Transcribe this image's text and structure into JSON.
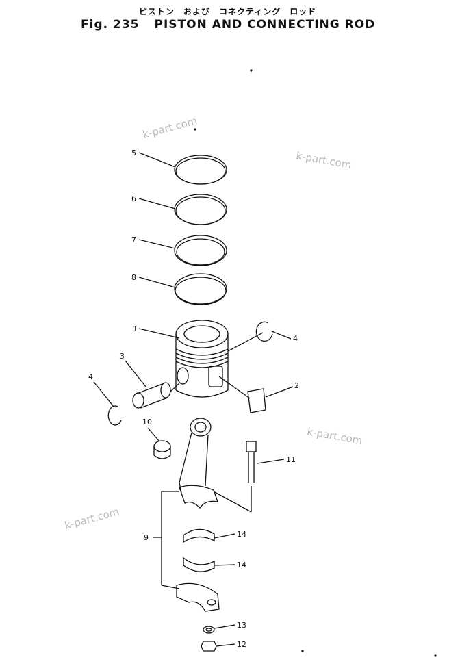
{
  "header": {
    "japanese_title": "ピストン　および　コネクティング　ロッド",
    "fig_label": "Fig. 235",
    "title": "PISTON AND CONNECTING ROD"
  },
  "watermarks": [
    "k-part.com",
    "k-part.com",
    "k-part.com",
    "k-part.com"
  ],
  "callouts": {
    "ring5": "5",
    "ring6": "6",
    "ring7": "7",
    "ring8": "8",
    "piston": "1",
    "snap_ring_right": "4",
    "pin": "3",
    "snap_ring_left": "4",
    "plate": "2",
    "bushing": "10",
    "bolt": "11",
    "rod_assembly": "9",
    "bearing_upper": "14",
    "bearing_lower": "14",
    "washer": "13",
    "nut": "12"
  }
}
